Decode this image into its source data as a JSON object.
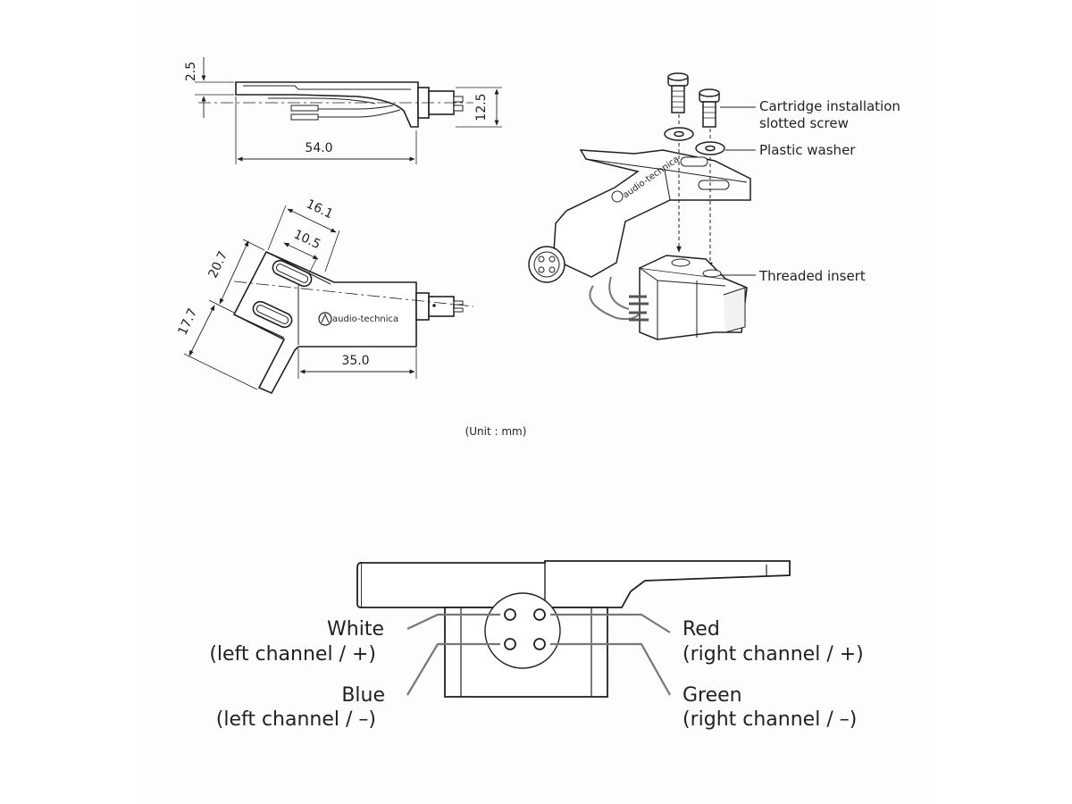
{
  "dimensions": {
    "d_2_5": "2.5",
    "d_12_5": "12.5",
    "d_54_0": "54.0",
    "d_16_1": "16.1",
    "d_10_5": "10.5",
    "d_20_7": "20.7",
    "d_17_7": "17.7",
    "d_35_0": "35.0"
  },
  "brand": "audio-technica",
  "callouts": {
    "screw_line1": "Cartridge installation",
    "screw_line2": "slotted screw",
    "washer": "Plastic washer",
    "insert": "Threaded insert"
  },
  "unit_note": "(Unit : mm)",
  "wiring": {
    "white_name": "White",
    "white_channel": "(left channel / +)",
    "blue_name": "Blue",
    "blue_channel": "(left channel / –)",
    "red_name": "Red",
    "red_channel": "(right channel / +)",
    "green_name": "Green",
    "green_channel": "(right channel / –)"
  }
}
